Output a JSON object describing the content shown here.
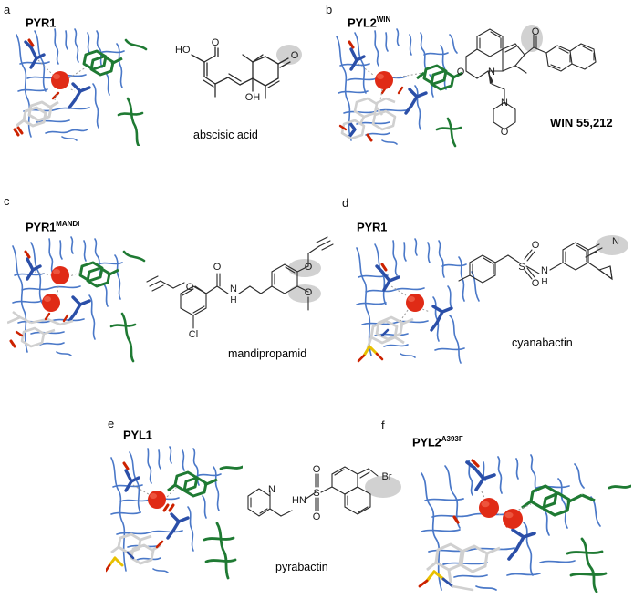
{
  "figure": {
    "type": "multi-panel-structural-biology-figure",
    "panel_count": 6,
    "colors": {
      "protein_backbone_blue": "#4a78c8",
      "protein_backbone_green": "#1f7a33",
      "ligand_grey": "#d9d9d9",
      "water_red": "#e02b16",
      "highlight_grey": "#c9c9c9",
      "oxygen_red": "#cc2200",
      "nitrogen_blue": "#1b3f9e",
      "sulfur_yellow": "#e8c000"
    }
  },
  "panels": [
    {
      "letter": "a",
      "protein": "PYR1",
      "protein_superscript": "",
      "compound": "abscisic acid",
      "atom_labels": [
        "HO",
        "O",
        "OH",
        "O"
      ],
      "highlighted_group": "ketone oxygen"
    },
    {
      "letter": "b",
      "protein": "PYL2",
      "protein_superscript": "WIN",
      "compound": "WIN 55,212",
      "atom_labels": [
        "O",
        "N",
        "N",
        "O",
        "O"
      ],
      "highlighted_group": "carbonyl oxygen"
    },
    {
      "letter": "c",
      "protein": "PYR1",
      "protein_superscript": "MANDI",
      "compound": "mandipropamid",
      "atom_labels": [
        "O",
        "O",
        "N",
        "H",
        "Cl",
        "O",
        "O"
      ],
      "highlighted_group": "propargyloxy and methoxy oxygens"
    },
    {
      "letter": "d",
      "protein": "PYR1",
      "protein_superscript": "",
      "compound": "cyanabactin",
      "atom_labels": [
        "S",
        "O",
        "O",
        "N",
        "H",
        "N"
      ],
      "highlighted_group": "nitrile nitrogen"
    },
    {
      "letter": "e",
      "protein": "PYL1",
      "protein_superscript": "",
      "compound": "pyrabactin",
      "atom_labels": [
        "N",
        "HN",
        "S",
        "O",
        "O",
        "Br"
      ],
      "highlighted_group": "bromine"
    },
    {
      "letter": "f",
      "protein": "PYL2",
      "protein_superscript": "A393F",
      "compound": "",
      "atom_labels": [],
      "highlighted_group": ""
    }
  ]
}
